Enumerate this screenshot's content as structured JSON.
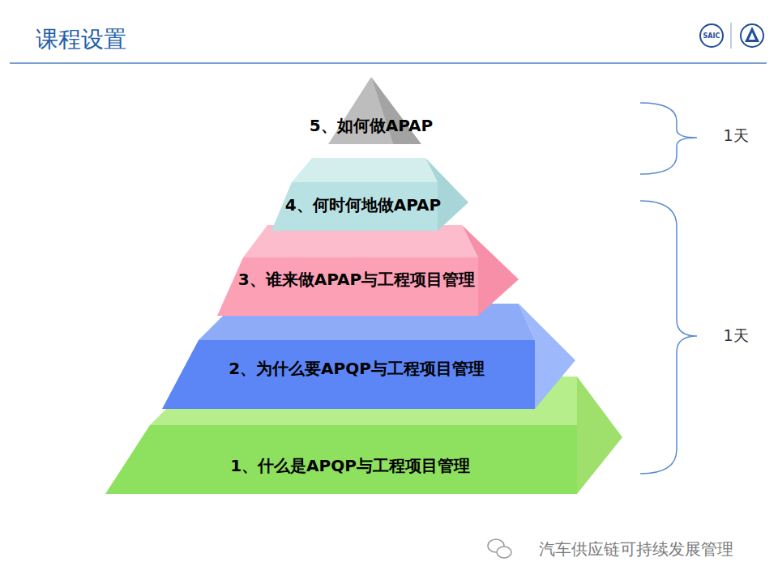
{
  "diagram": {
    "title": "课程设置",
    "nodes": [
      {
        "text": [
          "5、如何做APAP"
        ]
      },
      {
        "text": [
          "4、何时何地做APAP"
        ]
      },
      {
        "text": [
          "3、谁来做APAP与工程项目管理"
        ]
      },
      {
        "text": [
          "2、为什么要APQP与工程项目管理"
        ]
      },
      {
        "text": [
          "1、什么是APQP与工程项目管理"
        ]
      }
    ],
    "labels": [
      "SAIC",
      "1天",
      "1天",
      "汽车供应链可持续发展管理"
    ]
  }
}
